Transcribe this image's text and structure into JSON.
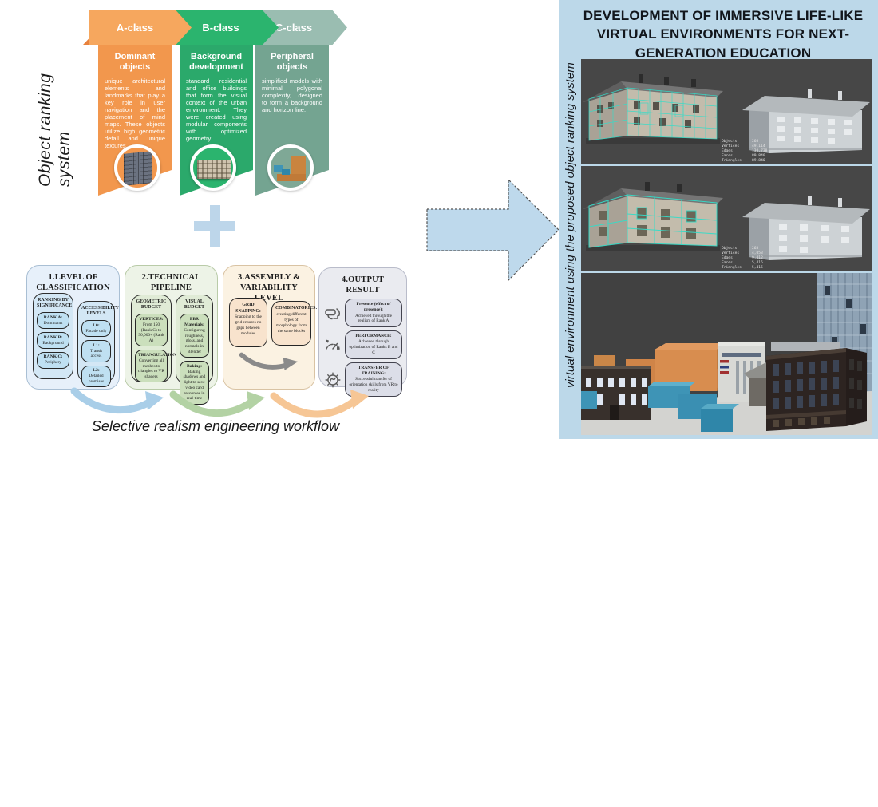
{
  "left": {
    "vertical_label": "Object ranking system",
    "plus": "+",
    "classes": [
      {
        "tag": "A-class",
        "title": "Dominant objects",
        "body": "unique architectural elements and landmarks that play a key role in user navigation and the placement of mind maps. These objects utilize high geometric detail and unique textures.",
        "color": "#F2974D"
      },
      {
        "tag": "B-class",
        "title": "Background development",
        "body": "standard residential and office buildings that form the visual context of the urban environment. They were created using modular components with optimized geometry.",
        "color": "#2BA96B"
      },
      {
        "tag": "C-class",
        "title": "Peripheral objects",
        "body": "simplified models with minimal polygonal complexity, designed to form a background and horizon line.",
        "color": "#74A491"
      }
    ]
  },
  "workflow": {
    "caption": "Selective realism engineering workflow",
    "cards": [
      {
        "title": "1.LEVEL OF CLASSIFICATION",
        "groups": [
          {
            "title": "RANKING BY SIGNIFICANCE",
            "pills": [
              {
                "head": "RANK A:",
                "body": "Dominants"
              },
              {
                "head": "RANK B:",
                "body": "Background"
              },
              {
                "head": "RANK C:",
                "body": "Periphery"
              }
            ]
          },
          {
            "title": "ACCESSIBILITY LEVELS",
            "pills": [
              {
                "head": "L0:",
                "body": "Facade only"
              },
              {
                "head": "L1:",
                "body": "Transit access"
              },
              {
                "head": "L2:",
                "body": "Detailed premises"
              }
            ]
          }
        ]
      },
      {
        "title": "2.TECHNICAL PIPELINE",
        "groups": [
          {
            "title": "GEOMETRIC BUDGET",
            "pills": [
              {
                "head": "VERTICES:",
                "body": "From 150 (Rank C) to 90,000+ (Rank A)"
              },
              {
                "head": "TRIANGULATION:",
                "body": "Converting all meshes to triangles to VR shaders"
              }
            ]
          },
          {
            "title": "VISUAL BUDGET",
            "pills": [
              {
                "head": "PBR Materials:",
                "body": "Configuring roughness, gloss, and normals in Blender"
              },
              {
                "head": "Baking:",
                "body": "Baking shadows and light to save video card resources in real-time"
              }
            ]
          }
        ]
      },
      {
        "title": "3.ASSEMBLY & VARIABILITY LEVEL",
        "pills": [
          {
            "head": "GRID SNAPPING:",
            "body": "Snapping to the grid ensures no gaps between modules"
          },
          {
            "head": "COMBINATORICS:",
            "body": "creating different types of morphology from the same blocks"
          }
        ]
      },
      {
        "title": "4.OUTPUT RESULT",
        "rows": [
          {
            "icon": "vr-headset-icon",
            "head": "Presence (effect of presence):",
            "body": "Achieved through the realism of Rank A"
          },
          {
            "icon": "speedometer-icon",
            "head": "PERFORMANCE:",
            "body": "Achieved through optimization of Ranks B and C"
          },
          {
            "icon": "brain-gear-icon",
            "head": "TRANSFER OF TRAINING:",
            "body": "Successful transfer of orientation skills from VR to reality"
          }
        ]
      }
    ]
  },
  "right": {
    "title": "DEVELOPMENT OF IMMERSIVE LIFE-LIKE VIRTUAL ENVIRONMENTS FOR NEXT-GENERATION EDUCATION",
    "vertical_label": "virtual environment using the proposed object ranking system",
    "panel_color": "#BCD8E9",
    "viewports": [
      {
        "stats": [
          [
            "Objects",
            "268"
          ],
          [
            "Vertices",
            "49,114"
          ],
          [
            "Edges",
            "138,738"
          ],
          [
            "Faces",
            "89,840"
          ],
          [
            "Triangles",
            "89,840"
          ]
        ]
      },
      {
        "stats": [
          [
            "Objects",
            "263"
          ],
          [
            "Vertices",
            "4,053"
          ],
          [
            "Edges",
            "9,412"
          ],
          [
            "Faces",
            "5,415"
          ],
          [
            "Triangles",
            "5,415"
          ]
        ]
      },
      {}
    ]
  }
}
